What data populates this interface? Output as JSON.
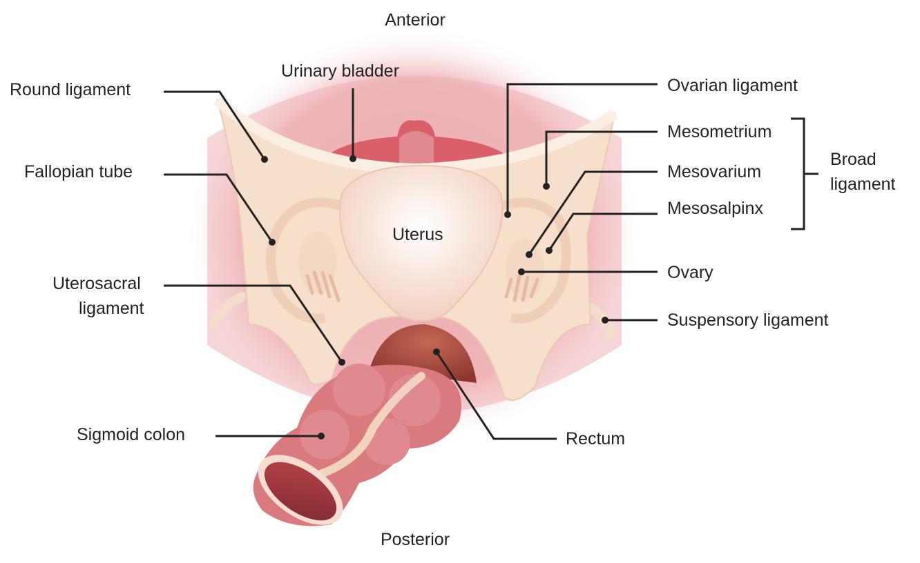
{
  "orientation": {
    "top": "Anterior",
    "bottom": "Posterior"
  },
  "labels": {
    "round_ligament": "Round ligament",
    "fallopian_tube": "Fallopian tube",
    "uterosacral_line1": "Uterosacral",
    "uterosacral_line2": "ligament",
    "sigmoid_colon": "Sigmoid colon",
    "urinary_bladder": "Urinary bladder",
    "uterus": "Uterus",
    "ovarian_ligament": "Ovarian ligament",
    "mesometrium": "Mesometrium",
    "mesovarium": "Mesovarium",
    "mesosalpinx": "Mesosalpinx",
    "broad_line1": "Broad",
    "broad_line2": "ligament",
    "ovary": "Ovary",
    "suspensory_ligament": "Suspensory ligament",
    "rectum": "Rectum"
  },
  "colors": {
    "pelvis_glow": "#e9a9ad",
    "bladder": "#d9606a",
    "ligament": "#f6e0cc",
    "uterus": "#f8e2d3",
    "colon": "#d97a7e",
    "rectum": "#a3443a",
    "leader": "#222222"
  }
}
